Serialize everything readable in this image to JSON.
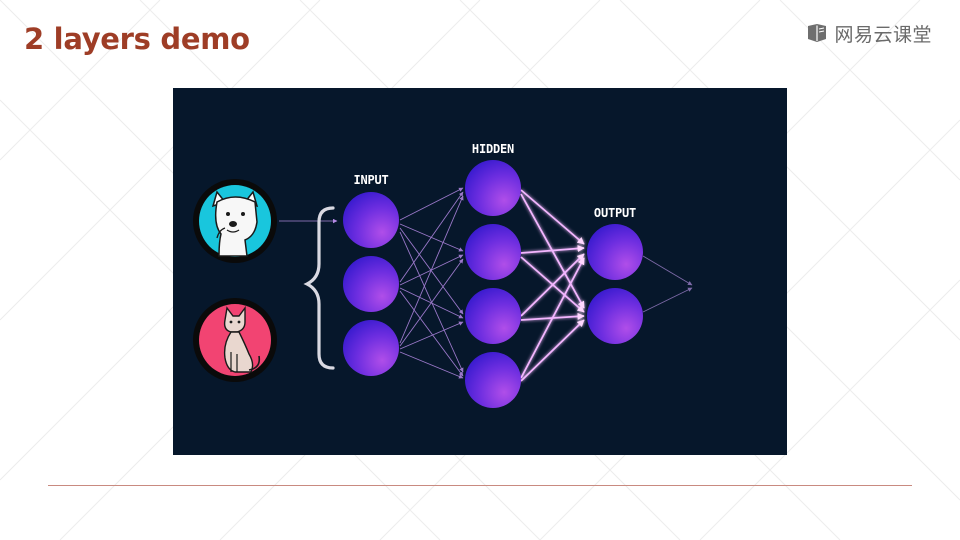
{
  "slide": {
    "title": "2 layers demo"
  },
  "brand": {
    "name": "网易云课堂",
    "icon": "book-icon"
  },
  "diagram": {
    "type": "neural-network",
    "layers": [
      {
        "label": "INPUT",
        "nodes": 3
      },
      {
        "label": "HIDDEN",
        "nodes": 4
      },
      {
        "label": "OUTPUT",
        "nodes": 2
      }
    ],
    "inputs": [
      {
        "icon": "dog-icon",
        "background": "#19c6dd"
      },
      {
        "icon": "cat-icon",
        "background": "#f24472"
      }
    ],
    "colors": {
      "background": "#06172b",
      "node_dark": "#3b1bd0",
      "node_light": "#a84ae8",
      "edge": "#d29af0",
      "title": "#9e3d26"
    }
  }
}
